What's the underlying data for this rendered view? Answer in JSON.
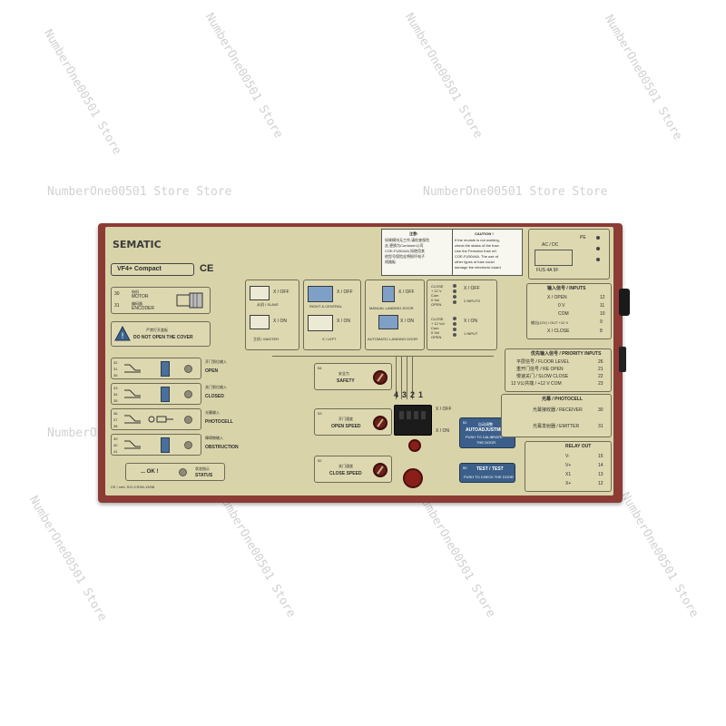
{
  "watermarks": {
    "store_a": "NumberOne00501 Store",
    "store_b": "NumberOne00501 Store Store"
  },
  "device": {
    "brand": "SEMATIC",
    "model": "VF4+ Compact",
    "ce": "CE",
    "motor": {
      "num_top": "30",
      "num_bottom": "31",
      "motor_label": "MOTOR",
      "encoder_label": "ENCODER",
      "cn_motor": "电机",
      "cn_encoder": "编码器"
    },
    "warning": {
      "cn": "严禁打开盖板",
      "en": "DO NOT OPEN THE COVER"
    },
    "inputs_left": [
      {
        "n1": "32",
        "n2": "31",
        "n3": "35",
        "cn": "开门到位输入",
        "en": "OPEN"
      },
      {
        "n1": "33",
        "n2": "34",
        "n3": "35",
        "cn": "关门到位输入",
        "en": "CLOSED"
      },
      {
        "n1": "36",
        "n2": "37",
        "n3": "38",
        "cn": "光幕输入",
        "en": "PHOTOCELL"
      },
      {
        "n1": "39",
        "n2": "40",
        "n3": "41",
        "cn": "障碍物输入",
        "en": "OBSTRUCTION"
      }
    ],
    "status": {
      "ok": "... OK !",
      "cn": "状态指示",
      "en": "STATUS"
    },
    "bottom_code": "CE / cert. SCI-CSSA-13/08",
    "sw1": {
      "off": "X / OFF",
      "on": "X / ON",
      "slave": "从机 / SLAVE",
      "master": "主机 / MASTER"
    },
    "sw2": {
      "off": "X / OFF",
      "on": "X / ON",
      "right": "RIGHT & CENTRAL",
      "left": "X / LEFT"
    },
    "sw3": {
      "off": "X / OFF",
      "on": "X / ON",
      "manual": "MANUAL LANDING DOOR",
      "auto": "AUTOMATIC LANDING DOOR"
    },
    "sw4": {
      "close_top": "CLOSE",
      "v12": "+ 12 V",
      "com": "Com",
      "v0": "0 Vol",
      "open": "OPEN",
      "close_bot": "CLOSE",
      "v12b": "+ 12 Vol",
      "comb": "Com",
      "v0b": "0 Vol",
      "openb": "OPEN",
      "off": "X / OFF",
      "on": "X / ON",
      "in2": "2 INPUTS",
      "in1": "1 INPUT"
    },
    "dip_numbers": [
      "4",
      "3",
      "2",
      "1"
    ],
    "dip_off": "X / OFF",
    "dip_on": "X / ON",
    "pots": [
      {
        "num": "54",
        "cn": "安全力",
        "en": "SAFETY"
      },
      {
        "num": "53",
        "cn": "开门速度",
        "en": "OPEN SPEED"
      },
      {
        "num": "52",
        "cn": "关门速度",
        "en": "CLOSE SPEED"
      }
    ],
    "auto_adjust": {
      "num": "51",
      "cn": "自动调整",
      "en": "AUTOADJUSTMENT",
      "push": "PUSH TO CALIBRATE",
      "door": "THE DOOR"
    },
    "test": {
      "num": "50",
      "en": "TEST / TEST",
      "push": "PUSH TO CHECK THE DOOR"
    },
    "caution": {
      "cn_title": "注意!",
      "cn_lines": [
        "如果模块无工作,请检查保险",
        "丝,更换为Cordomin公司",
        "COE-FU5044A,如使用其",
        "他型号保险丝将损坏电子",
        "线路板"
      ],
      "en_title": "CAUTION !",
      "en_lines": [
        "If the module is not working,",
        "check the status of the fuse.",
        "Use the Fermator fuse ref.",
        "COE-FU5044A. The use of",
        "other types of fuse could",
        "damage the electronic board"
      ]
    },
    "power": {
      "ac_dc": "AC / DC",
      "fuse": "FUS 4A 5F",
      "pe": "PE"
    },
    "inputs_right": {
      "title": "输入信号 / INPUTS",
      "rows": [
        {
          "label": "X / OPEN",
          "num": "12"
        },
        {
          "label": "0 V",
          "num": "11"
        },
        {
          "label": "COM",
          "num": "10"
        },
        {
          "label": "输出(12V) / OUT +12 V",
          "num": "9"
        },
        {
          "label": "X / CLOSE",
          "num": "8"
        }
      ]
    },
    "priority": {
      "title": "优先输入信号 / PRIORITY INPUTS",
      "rows": [
        {
          "label": "平层信号 / FLOOR LEVEL",
          "num": "26"
        },
        {
          "label": "重开门信号 / RE OPEN",
          "num": "21"
        },
        {
          "label": "慢速关门 / SLOW CLOSE",
          "num": "22"
        },
        {
          "label": "12 V公共端 / +12 V COM",
          "num": "23"
        }
      ]
    },
    "photocell": {
      "title": "光幕 / PHOTOCELL",
      "rows": [
        {
          "label": "光幕接收器 / RECEIVER",
          "num": "30"
        },
        {
          "label": "光幕发射器 / EMITTER",
          "num": "31"
        }
      ]
    },
    "relay": {
      "title": "RELAY OUT",
      "rows": [
        {
          "label": "V-",
          "num": "15"
        },
        {
          "label": "V+",
          "num": "14"
        },
        {
          "label": "X1",
          "num": "13"
        },
        {
          "label": "X+",
          "num": "12"
        }
      ]
    }
  }
}
